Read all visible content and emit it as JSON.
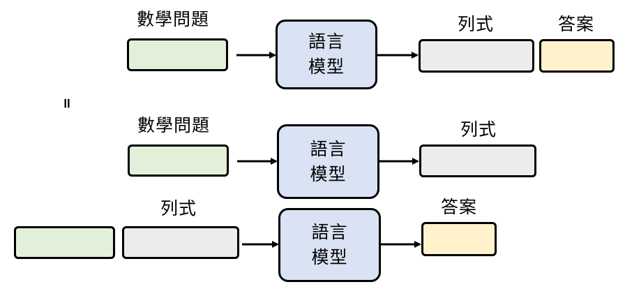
{
  "colors": {
    "question_fill": "#e2f0d9",
    "formula_fill": "#ececec",
    "answer_fill": "#fff2cc",
    "model_fill": "#dae3f3",
    "border": "#000000"
  },
  "labels": {
    "math_question": "數學問題",
    "formula": "列式",
    "answer": "答案",
    "equals": "="
  },
  "model": {
    "line1": "語言",
    "line2": "模型"
  }
}
